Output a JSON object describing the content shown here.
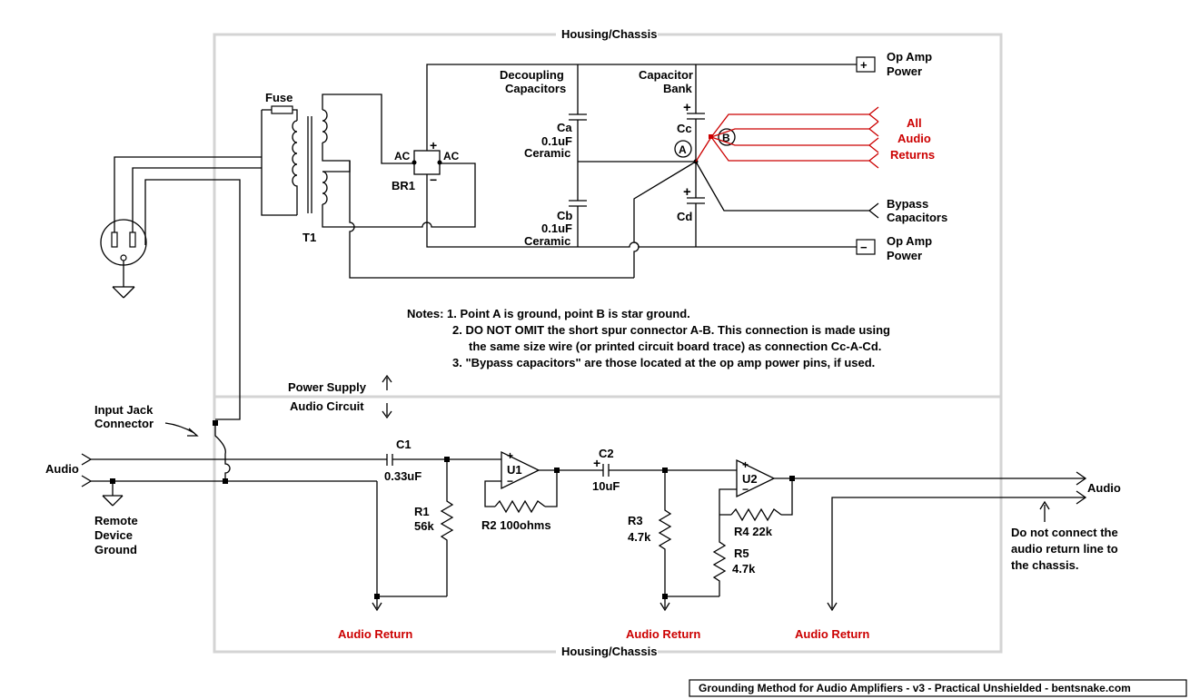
{
  "chassis": {
    "top_label": "Housing/Chassis",
    "bottom_label": "Housing/Chassis"
  },
  "power": {
    "fuse": "Fuse",
    "transformer": "T1",
    "bridge": "BR1",
    "bridge_ac_left": "AC",
    "bridge_ac_right": "AC",
    "bridge_plus": "+",
    "bridge_minus": "−",
    "decoupling_line1": "Decoupling",
    "decoupling_line2": "Capacitors",
    "ca_name": "Ca",
    "ca_value": "0.1uF",
    "ca_type": "Ceramic",
    "cb_name": "Cb",
    "cb_value": "0.1uF",
    "cb_type": "Ceramic",
    "bank_line1": "Capacitor",
    "bank_line2": "Bank",
    "cc_name": "Cc",
    "cd_name": "Cd",
    "cap_plus": "+",
    "point_a": "A",
    "point_b": "B",
    "opamp_pos_line1": "Op Amp",
    "opamp_pos_line2": "Power",
    "opamp_neg_line1": "Op Amp",
    "opamp_neg_line2": "Power",
    "term_plus": "+",
    "term_minus": "−",
    "all_returns_line1": "All",
    "all_returns_line2": "Audio",
    "all_returns_line3": "Returns",
    "bypass_line1": "Bypass",
    "bypass_line2": "Capacitors"
  },
  "notes": {
    "n1": "Notes: 1. Point A is ground, point B is star ground.",
    "n2a": "2. DO NOT OMIT the short spur connector A-B. This connection is made using",
    "n2b": "the same size wire (or printed circuit board trace) as connection Cc-A-Cd.",
    "n3": "3. \"Bypass capacitors\" are those located at the op amp power pins, if used."
  },
  "divider": {
    "power_supply": "Power Supply",
    "audio_circuit": "Audio Circuit"
  },
  "audio": {
    "input_jack_line1": "Input Jack",
    "input_jack_line2": "Connector",
    "audio_in": "Audio",
    "audio_out": "Audio",
    "remote_line1": "Remote",
    "remote_line2": "Device",
    "remote_line3": "Ground",
    "c1_name": "C1",
    "c1_value": "0.33uF",
    "r1_name": "R1",
    "r1_value": "56k",
    "u1": "U1",
    "r2": "R2 100ohms",
    "c2_name": "C2",
    "c2_value": "10uF",
    "c2_plus": "+",
    "r3_name": "R3",
    "r3_value": "4.7k",
    "u2": "U2",
    "r4": "R4  22k",
    "r5_name": "R5",
    "r5_value": "4.7k",
    "opamp_minus": "−",
    "opamp_plus": "+",
    "return1": "Audio Return",
    "return2": "Audio Return",
    "return3": "Audio Return",
    "warn_line1": "Do not connect the",
    "warn_line2": "audio return line to",
    "warn_line3": "the chassis."
  },
  "footer": {
    "title": "Grounding Method for Audio Amplifiers - v3 - Practical Unshielded - bentsnake.com"
  },
  "colors": {
    "wire": "#000000",
    "returns": "#cc0000",
    "chassis": "#d4d4d4",
    "background": "#ffffff"
  }
}
